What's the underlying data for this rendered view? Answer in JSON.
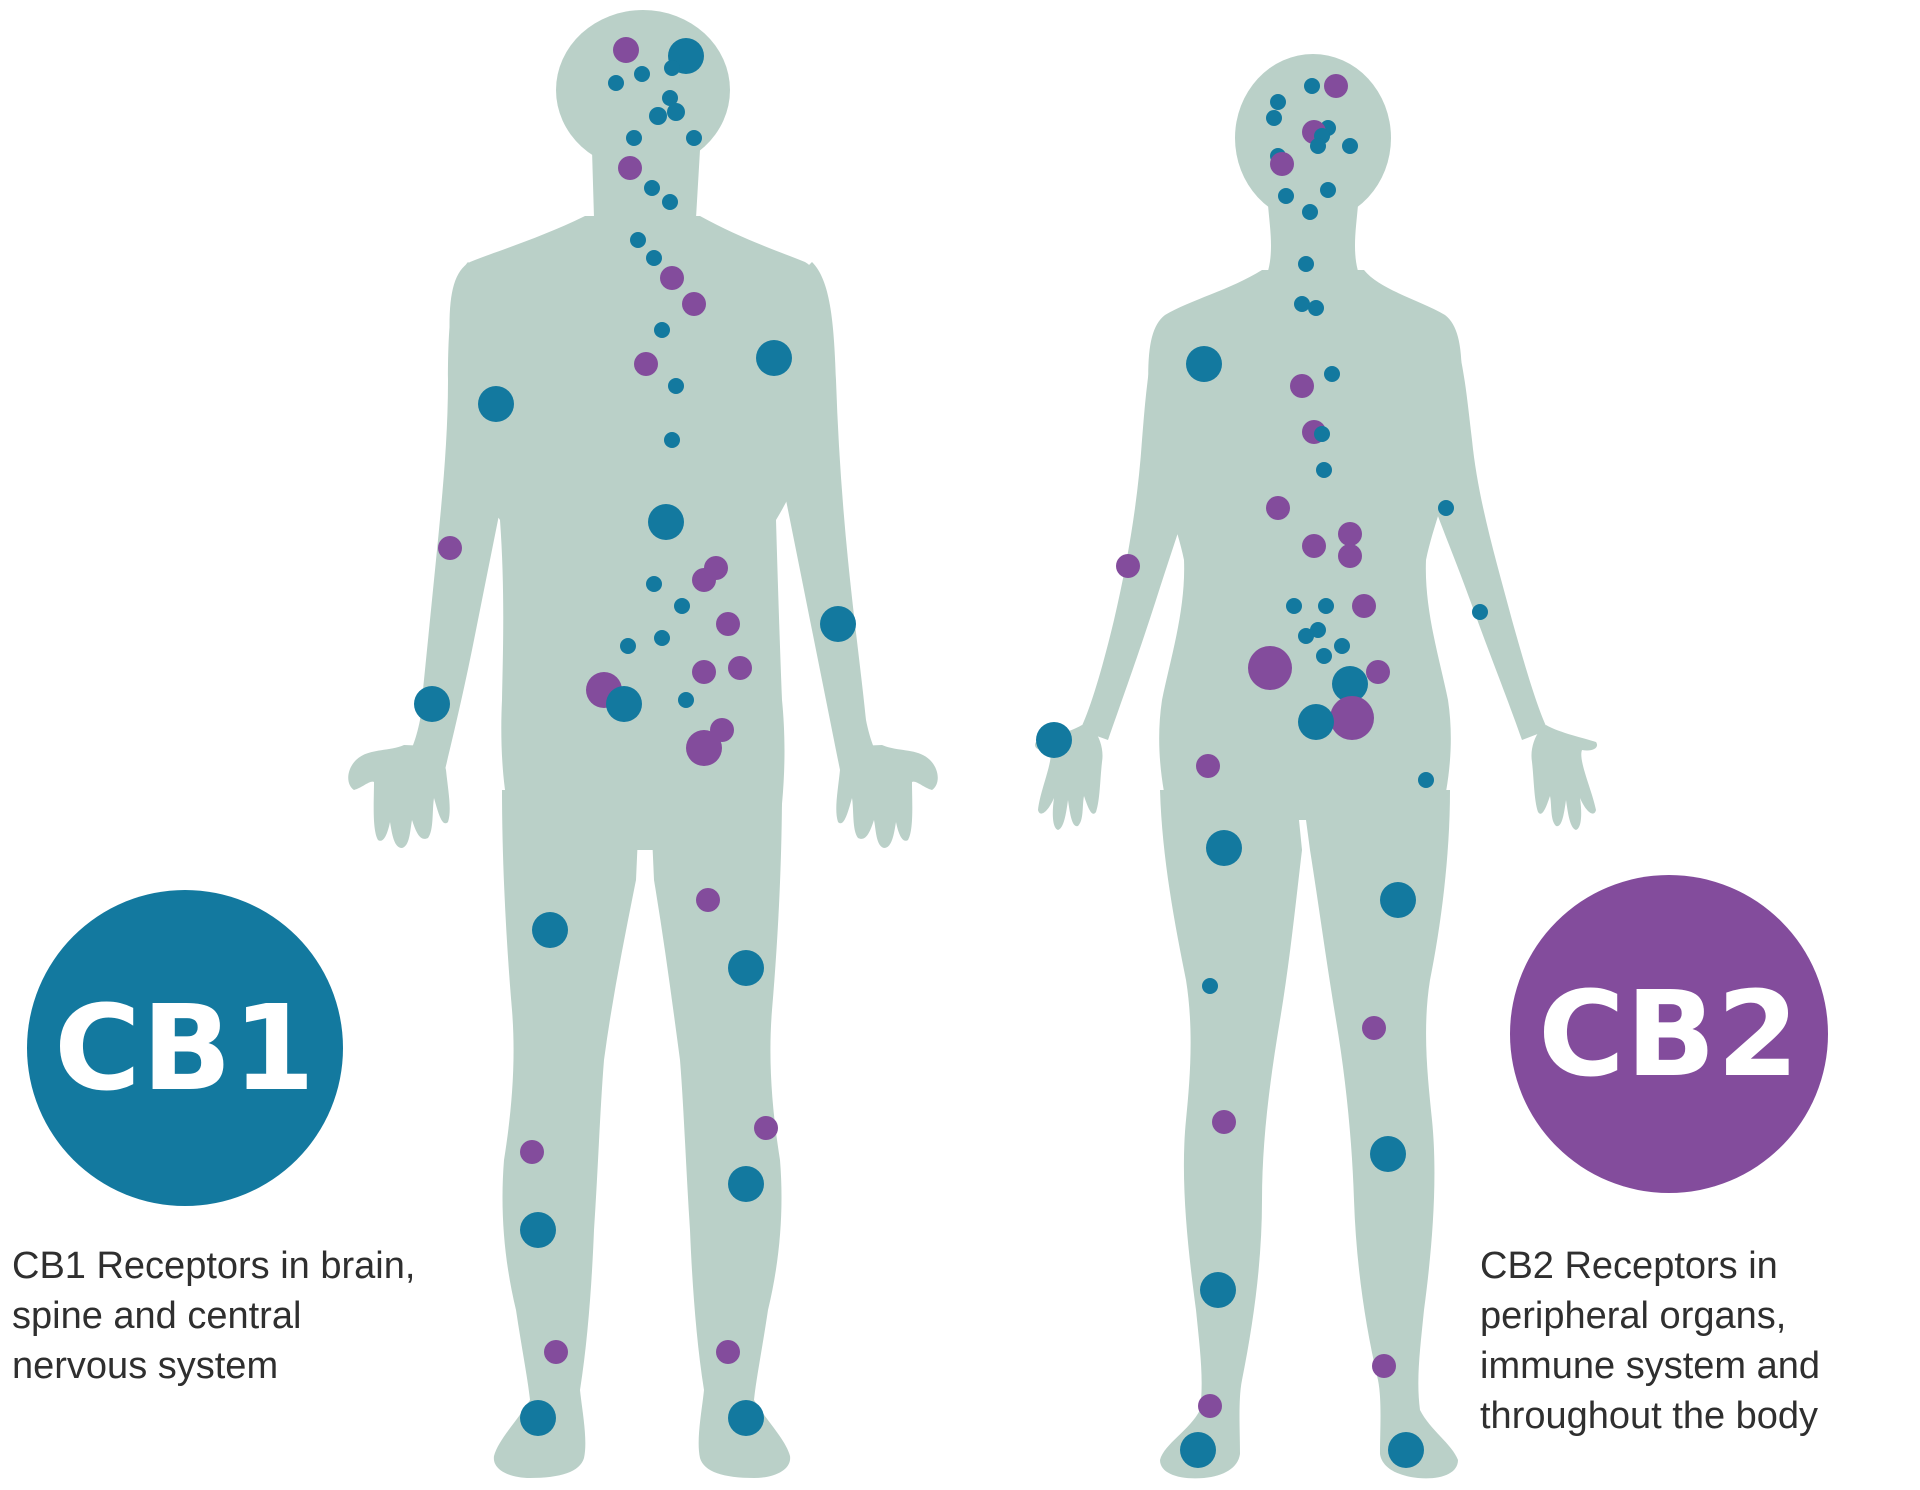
{
  "colors": {
    "background": "#ffffff",
    "body_fill": "#bad0c8",
    "cb1": "#13799f",
    "cb2": "#834c9c",
    "text": "#2f2f2f"
  },
  "legend": {
    "cb1": {
      "badge_text": "CB1",
      "caption_lines": [
        "CB1 Receptors in brain,",
        "spine and central",
        "nervous system"
      ]
    },
    "cb2": {
      "badge_text": "CB2",
      "caption_lines": [
        "CB2 Receptors in",
        "peripheral organs,",
        "immune system and",
        "throughout the body"
      ]
    }
  }
}
